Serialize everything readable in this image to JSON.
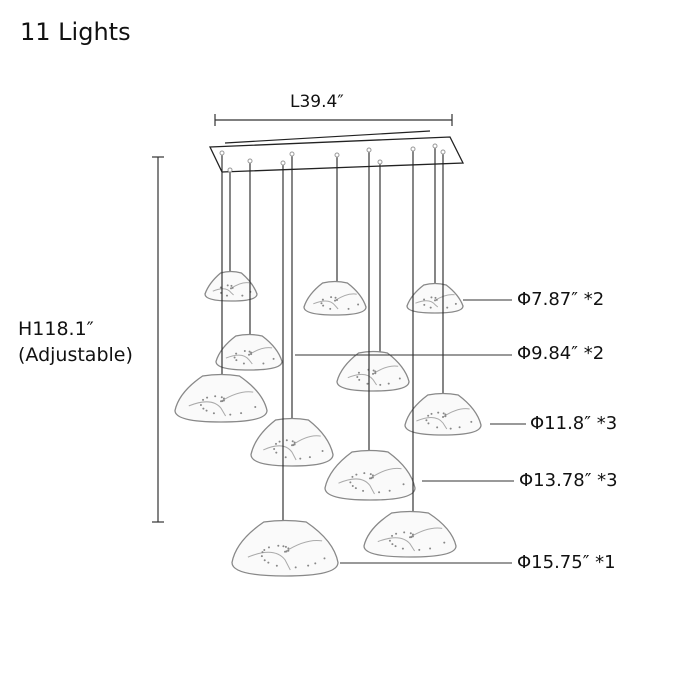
{
  "title": "11 Lights",
  "length_label": "L39.4″",
  "height_label": "H118.1″",
  "height_note": "(Adjustable)",
  "sizes": [
    {
      "label": "Φ7.87″  *2"
    },
    {
      "label": "Φ9.84″  *2"
    },
    {
      "label": "Φ11.8″  *3"
    },
    {
      "label": "Φ13.78″  *3"
    },
    {
      "label": "Φ15.75″  *1"
    }
  ]
}
